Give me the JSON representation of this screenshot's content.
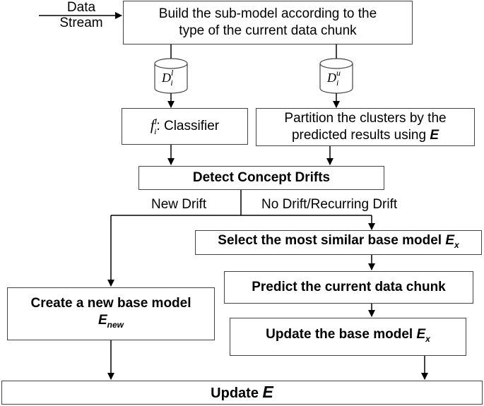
{
  "input": {
    "line1": "Data",
    "line2": "Stream"
  },
  "build_box": {
    "line1": "Build the sub-model according to the",
    "line2": "type of the current data chunk"
  },
  "cylinders": {
    "labeled": {
      "base": "D",
      "sup": "l",
      "sub": "i"
    },
    "unlabeled": {
      "base": "D",
      "sup": "u",
      "sub": "i"
    }
  },
  "classifier_box": {
    "symbol_base": "f",
    "symbol_sup": "l",
    "symbol_sub": "i",
    "text": ": Classifier"
  },
  "partition_box": {
    "line1": "Partition the clusters by the",
    "line2_prefix": "predicted results using ",
    "line2_var": "E"
  },
  "detect_box": {
    "text": "Detect Concept Drifts"
  },
  "branches": {
    "new_drift": "New Drift",
    "no_drift": "No Drift/Recurring Drift"
  },
  "select_box": {
    "prefix": "Select the most similar base model ",
    "var": "E",
    "sub": "x"
  },
  "predict_box": {
    "text": "Predict the current data chunk"
  },
  "update_base_box": {
    "prefix": "Update the base model ",
    "var": "E",
    "sub": "x"
  },
  "create_box": {
    "line1": "Create a new base model",
    "var": "E",
    "sub": "new"
  },
  "update_final_box": {
    "prefix": "Update ",
    "var": "E"
  },
  "colors": {
    "stroke": "#444444",
    "text": "#000000",
    "background": "#ffffff"
  }
}
